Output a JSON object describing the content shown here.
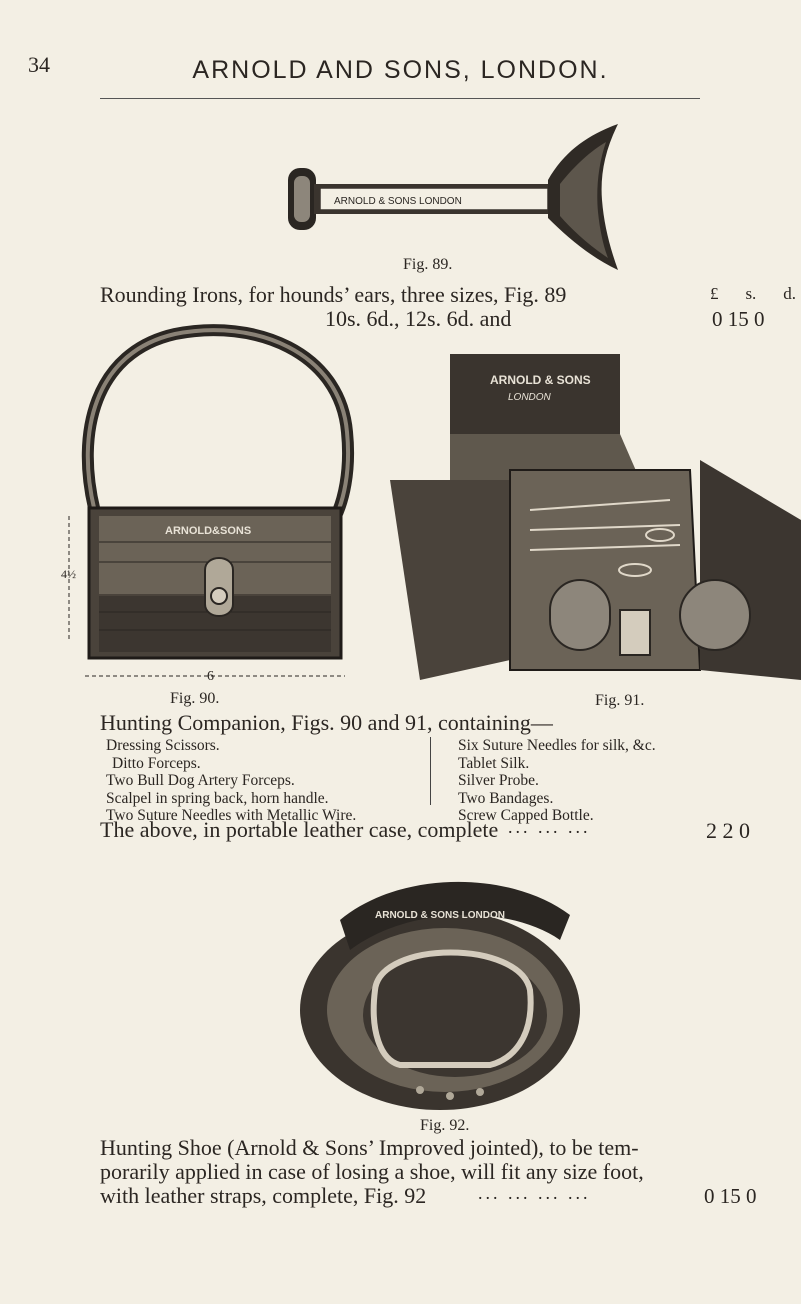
{
  "page_number": "34",
  "header_title": "ARNOLD AND SONS, LONDON.",
  "currency_header": {
    "l": "£",
    "s": "s.",
    "d": "d."
  },
  "fig89": {
    "caption": "Fig. 89.",
    "engraving_text": "ARNOLD & SONS LONDON",
    "line1": "Rounding Irons, for hounds’ ears, three sizes, Fig. 89",
    "line2": "10s. 6d., 12s. 6d. and",
    "price": "0  15  0"
  },
  "fig90": {
    "caption": "Fig. 90.",
    "engraving_text": "ARNOLD&SONS",
    "dim_horizontal": "6",
    "dim_vertical": "4½"
  },
  "fig91": {
    "caption": "Fig. 91.",
    "engraving_line1": "ARNOLD & SONS",
    "engraving_line2": "LONDON"
  },
  "companion": {
    "heading": "Hunting Companion, Figs. 90 and 91, containing—",
    "left_items": [
      "Dressing Scissors.",
      "Ditto  Forceps.",
      "Two Bull Dog Artery Forceps.",
      "Scalpel in spring back, horn handle.",
      "Two Suture Needles with Metallic Wire."
    ],
    "right_items": [
      "Six Suture Needles for silk, &c.",
      "Tablet Silk.",
      "Silver Probe.",
      "Two Bandages.",
      "Screw Capped Bottle."
    ],
    "complete_line": "The above, in portable leather case, complete",
    "leader": "...        ...        ...",
    "price": "2   2   0"
  },
  "fig92": {
    "caption": "Fig. 92.",
    "engraving_text": "ARNOLD & SONS LONDON",
    "line1": "Hunting Shoe (Arnold & Sons’ Improved jointed), to be tem-",
    "line2": "porarily applied in case of losing a shoe, will fit any size foot,",
    "line3": "with leather straps, complete, Fig. 92",
    "leader": "...        ...        ...        ...",
    "price": "0  15  0"
  }
}
